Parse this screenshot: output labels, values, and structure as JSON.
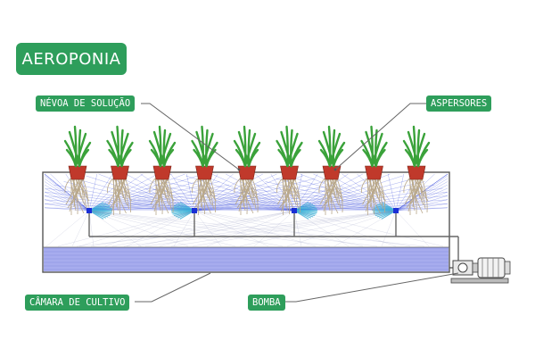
{
  "title": "AEROPONIA",
  "labels": {
    "mist": "NÉVOA DE SOLUÇÃO",
    "sprinklers": "ASPERSORES",
    "chamber": "CÂMARA DE CULTIVO",
    "pump": "BOMBA"
  },
  "plants": {
    "count": 9
  },
  "colors": {
    "badge": "#2e9e5b",
    "leaf": "#3aa23a",
    "pot": "#c0392b",
    "root": "#b9a88a",
    "spray": "#3fb4d8",
    "nozzle": "#1a2fd6",
    "solution": "#9fa6e8"
  }
}
